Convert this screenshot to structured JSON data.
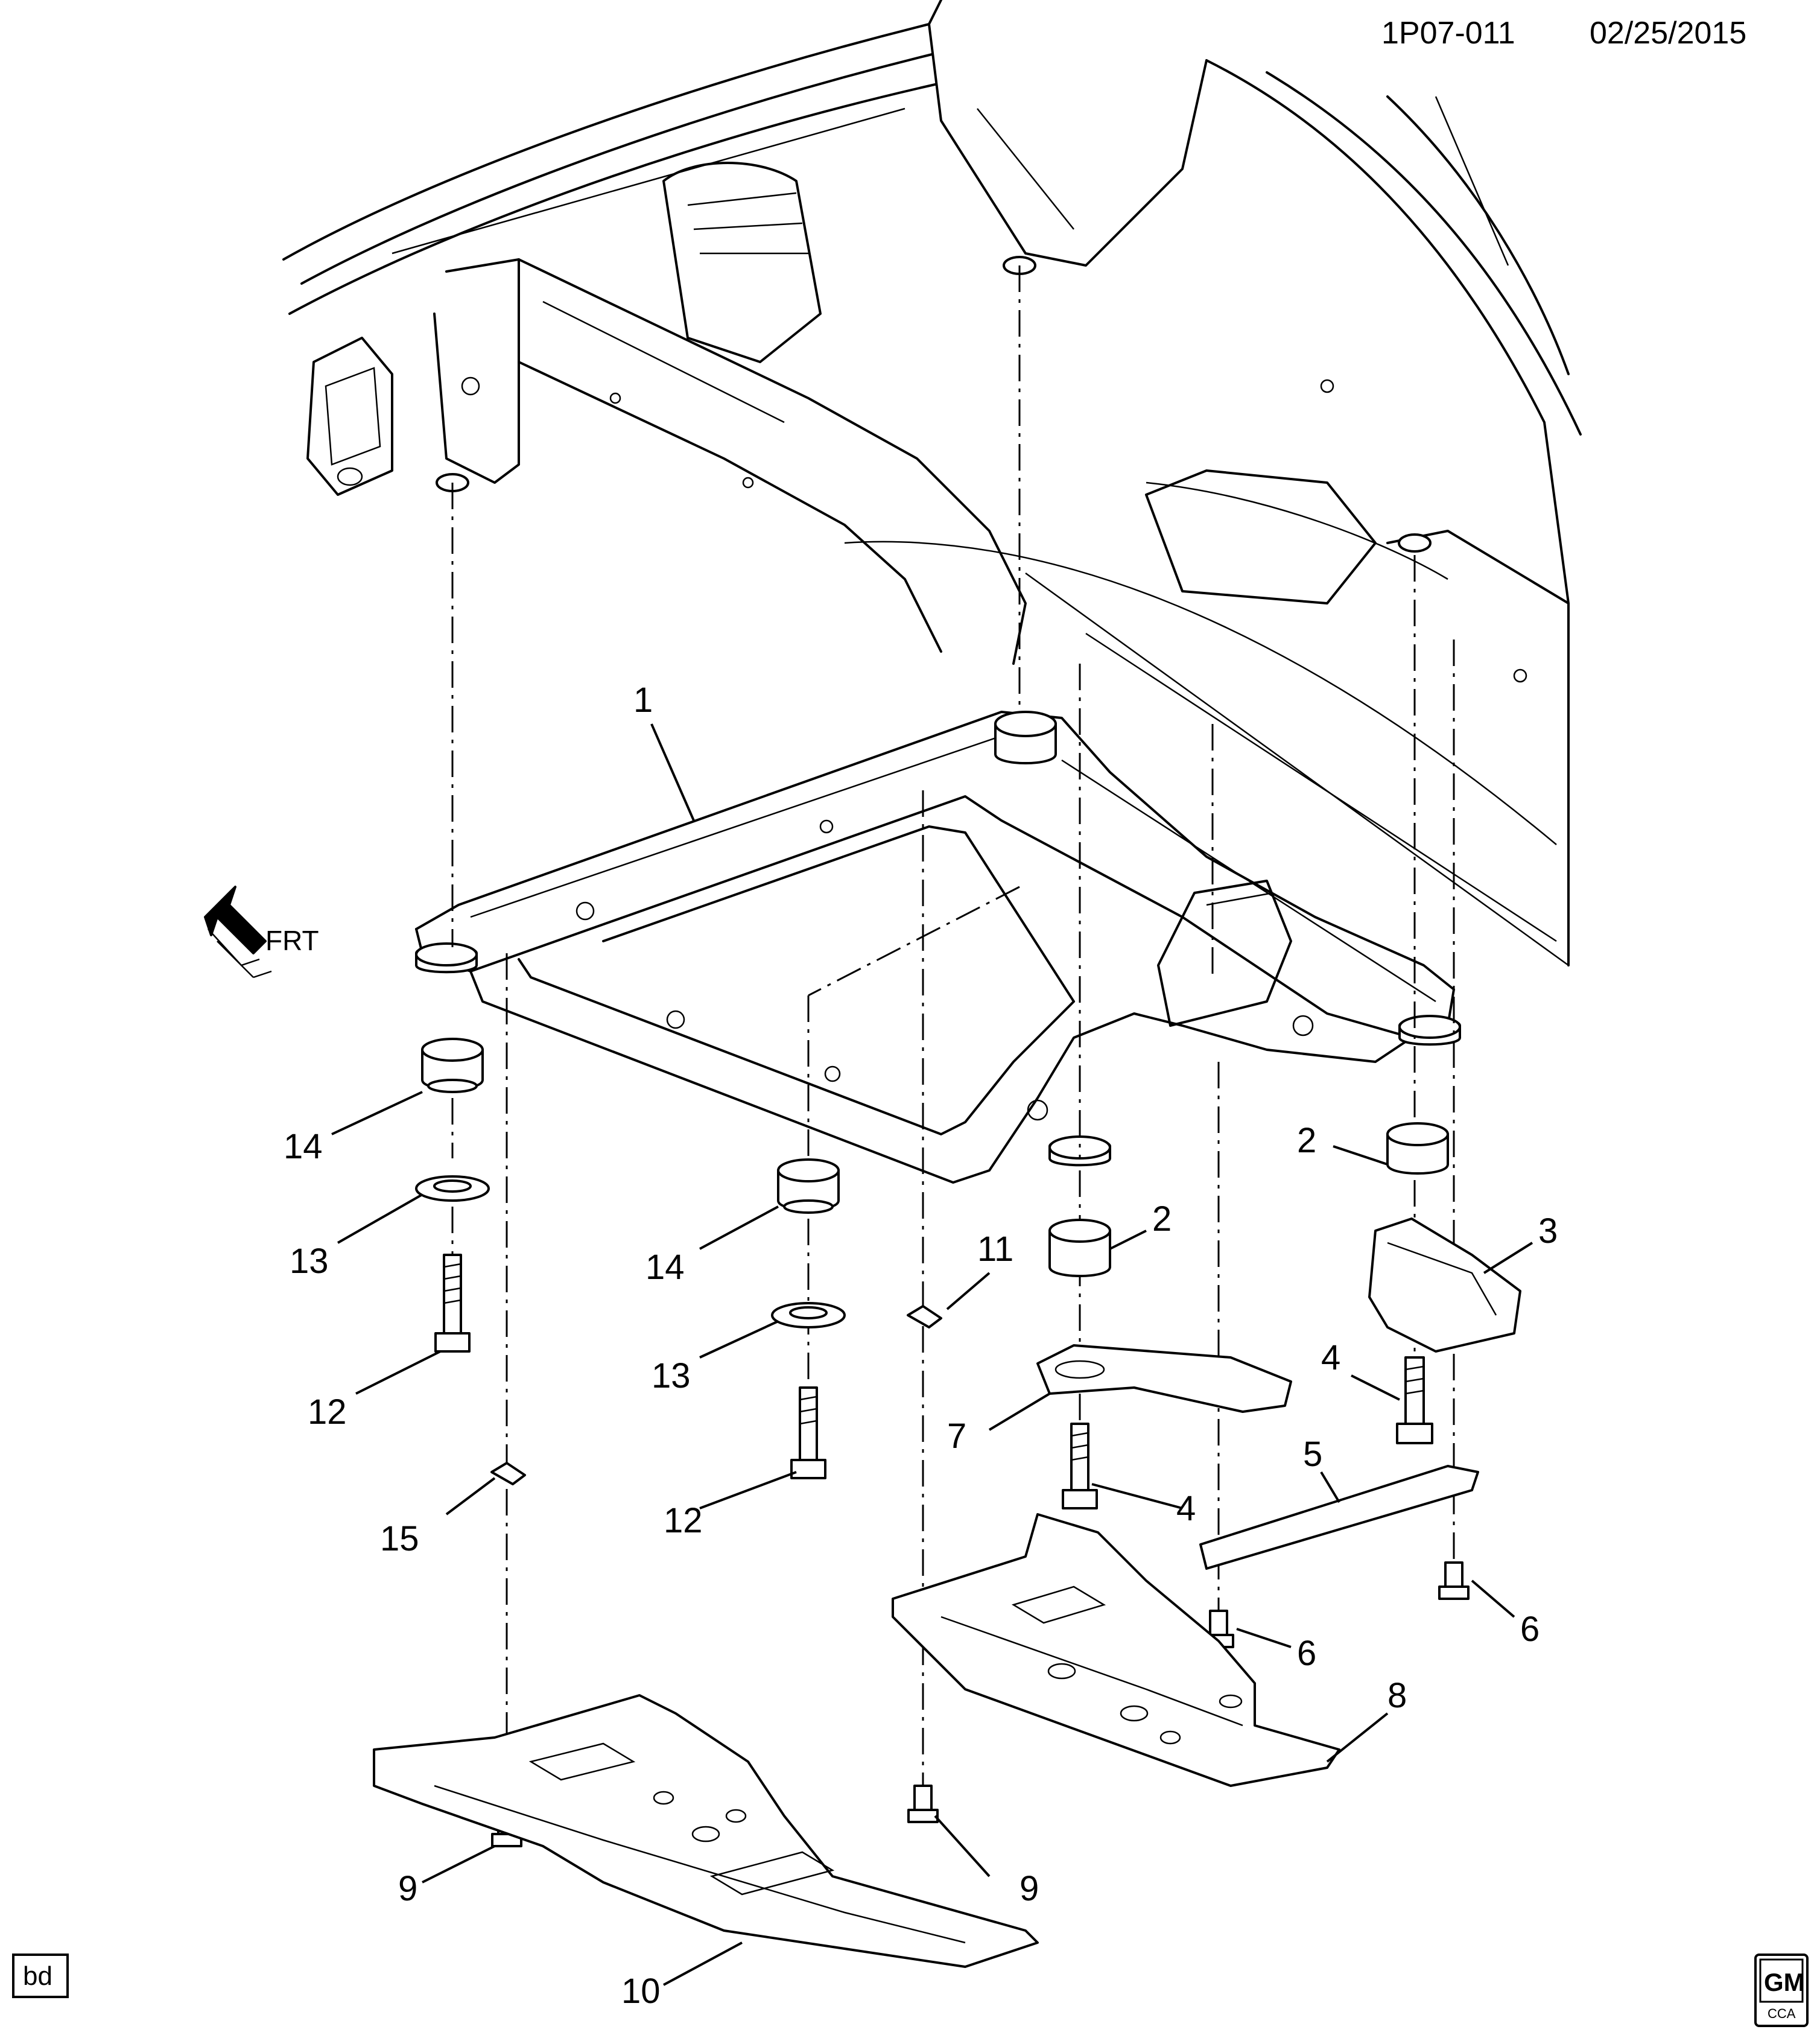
{
  "header": {
    "diagram_id": "1P07-011",
    "date": "02/25/2015"
  },
  "orientation": {
    "label": "FRT"
  },
  "footer": {
    "code": "bd"
  },
  "logo": {
    "brand": "GM",
    "sub": "CCA"
  },
  "callouts": [
    {
      "number": "1"
    },
    {
      "number": "2"
    },
    {
      "number": "2"
    },
    {
      "number": "3"
    },
    {
      "number": "4"
    },
    {
      "number": "4"
    },
    {
      "number": "5"
    },
    {
      "number": "6"
    },
    {
      "number": "6"
    },
    {
      "number": "7"
    },
    {
      "number": "8"
    },
    {
      "number": "9"
    },
    {
      "number": "9"
    },
    {
      "number": "10"
    },
    {
      "number": "11"
    },
    {
      "number": "12"
    },
    {
      "number": "12"
    },
    {
      "number": "13"
    },
    {
      "number": "13"
    },
    {
      "number": "14"
    },
    {
      "number": "14"
    },
    {
      "number": "15"
    }
  ]
}
